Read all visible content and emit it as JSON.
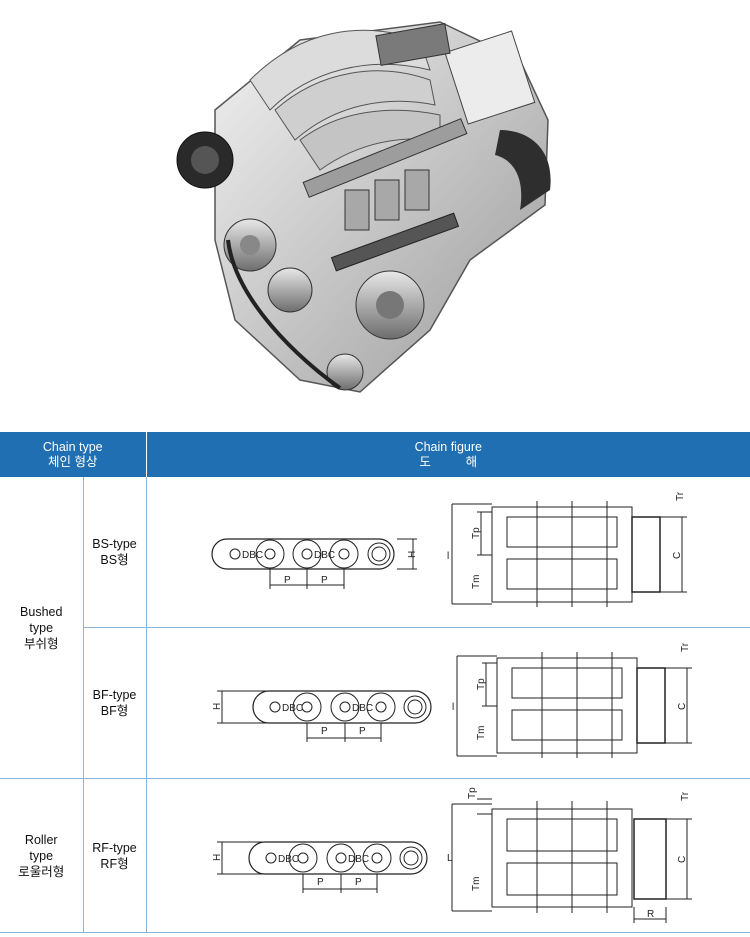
{
  "header": {
    "chain_type_en": "Chain type",
    "chain_type_ko": "체인 형상",
    "chain_figure_en": "Chain figure",
    "chain_figure_ko": "도          해"
  },
  "groups": [
    {
      "name_lines": [
        "Bushed",
        "type",
        "부쉬형"
      ]
    },
    {
      "name_lines": [
        "Roller",
        "type",
        "로울러형"
      ]
    }
  ],
  "rows": [
    {
      "type_en": "BS-type",
      "type_ko": "BS형"
    },
    {
      "type_en": "BF-type",
      "type_ko": "BF형"
    },
    {
      "type_en": "RF-type",
      "type_ko": "RF형"
    }
  ],
  "figure_labels": {
    "dbc": "DBC",
    "pitch": "P",
    "height": "H",
    "length": "L",
    "length_lower": "l",
    "tp": "Tp",
    "tm": "Tm",
    "tr": "Tr",
    "c": "C",
    "r": "R"
  },
  "colors": {
    "header_bg": "#1f6fb2",
    "header_text": "#ffffff",
    "grid_line": "#8ab4d8",
    "drawing": "#222222"
  }
}
